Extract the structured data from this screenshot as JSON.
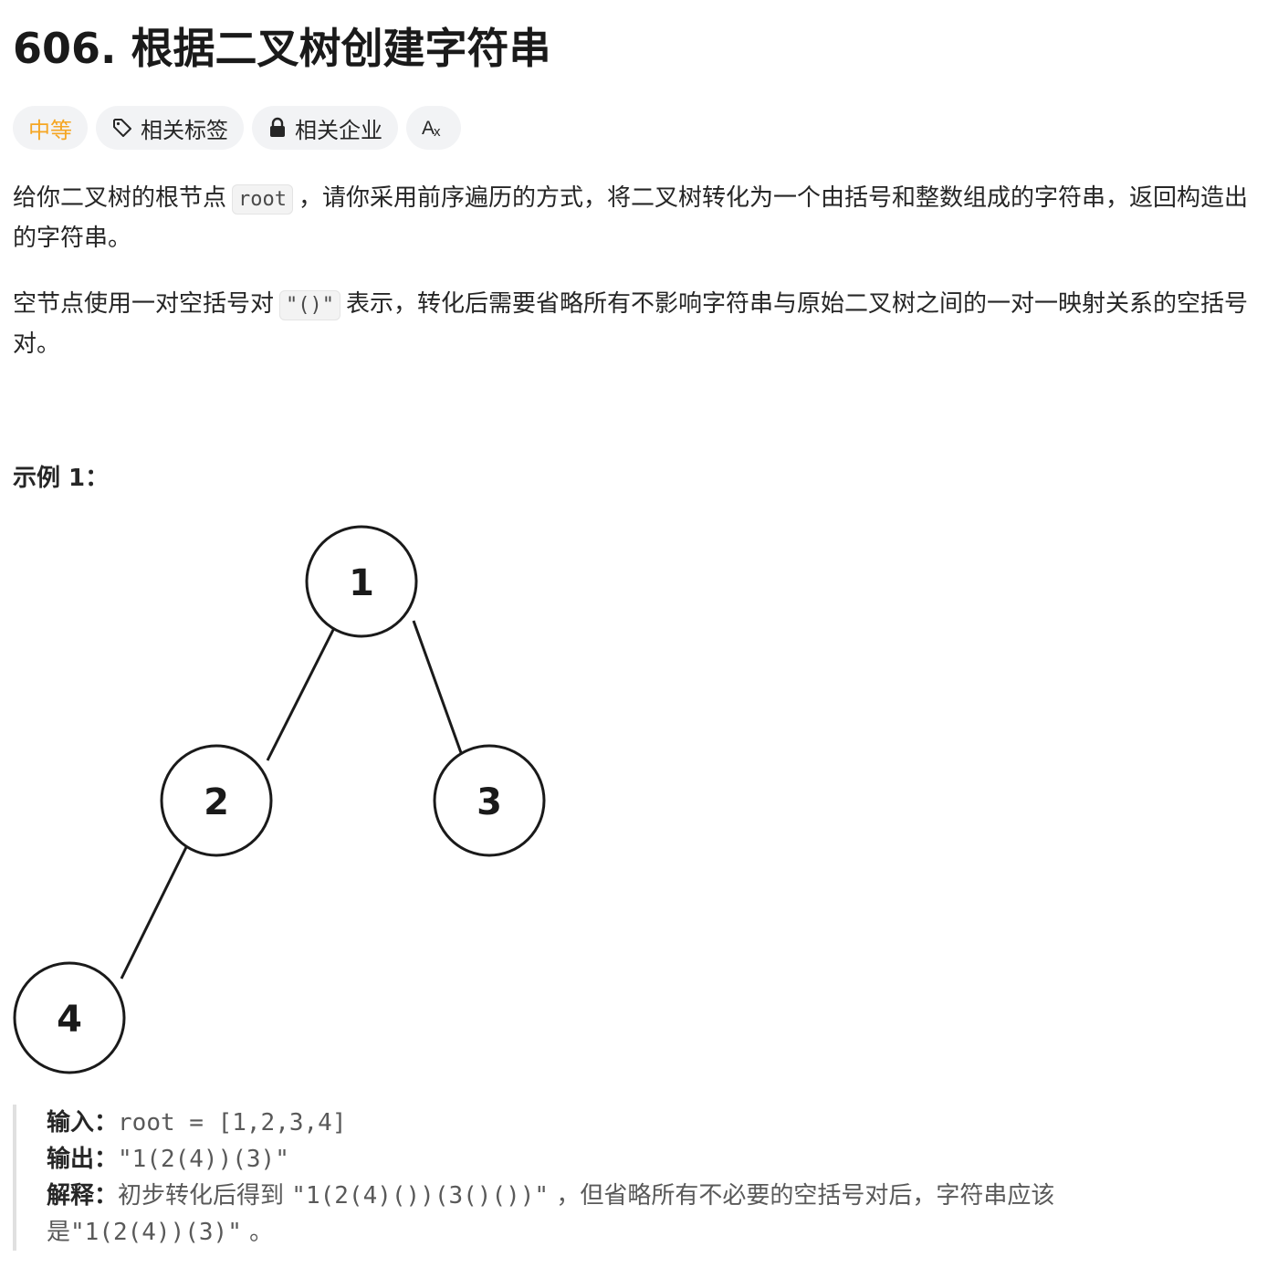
{
  "problem": {
    "title": "606. 根据二叉树创建字符串"
  },
  "tags": {
    "difficulty": "中等",
    "related_tags": "相关标签",
    "related_companies": "相关企业",
    "translate_icon": "translate-icon"
  },
  "description": {
    "p1_before": "给你二叉树的根节点",
    "p1_code": "root",
    "p1_after": "，请你采用前序遍历的方式，将二叉树转化为一个由括号和整数组成的字符串，返回构造出的字符串。",
    "p2_before": "空节点使用一对空括号对",
    "p2_code": "\"()\"",
    "p2_after": "表示，转化后需要省略所有不影响字符串与原始二叉树之间的一对一映射关系的空括号对。"
  },
  "example": {
    "title": "示例 1：",
    "tree_nodes": [
      "1",
      "2",
      "3",
      "4"
    ],
    "input_label": "输入：",
    "input_value": "root = [1,2,3,4]",
    "output_label": "输出：",
    "output_value": "\"1(2(4))(3)\"",
    "explain_label": "解释：",
    "explain_text1": "初步转化后得到",
    "explain_code1": "\"1(2(4)())(3()())\"",
    "explain_text2": "，但省略所有不必要的空括号对后，字符串应该",
    "explain_text3": "是",
    "explain_code2": "\"1(2(4))(3)\"",
    "explain_text4": "。"
  },
  "colors": {
    "difficulty": "#f5a623",
    "tag_bg": "#f2f3f5",
    "text": "#262626"
  }
}
